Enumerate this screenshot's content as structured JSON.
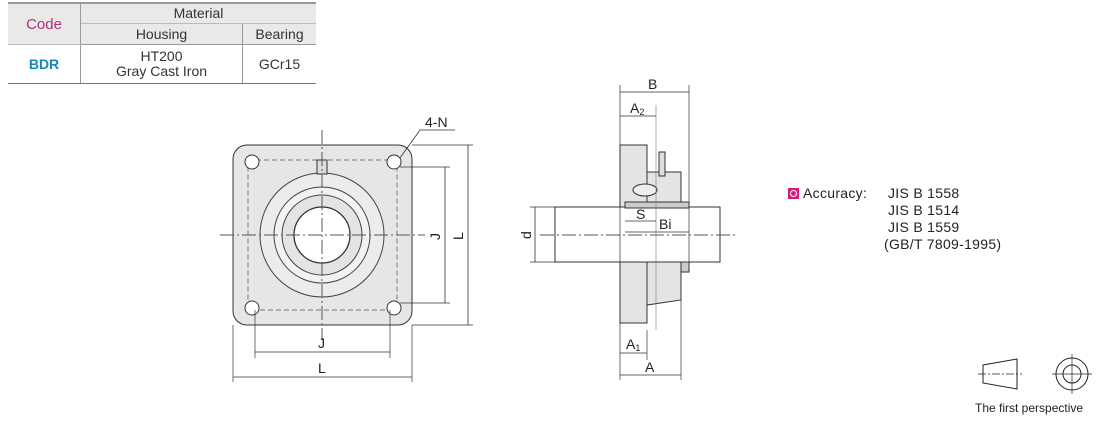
{
  "material_table": {
    "code_header": "Code",
    "material_header": "Material",
    "housing_header": "Housing",
    "bearing_header": "Bearing",
    "rows": [
      {
        "code": "BDR",
        "housing_line1": "HT200",
        "housing_line2": "Gray Cast Iron",
        "bearing": "GCr15"
      }
    ]
  },
  "drawing_labels": {
    "holes": "4-N",
    "J": "J",
    "L": "L",
    "B": "B",
    "A2": "A",
    "A2_sub": "2",
    "S": "S",
    "Bi": "Bi",
    "d": "d",
    "A1": "A",
    "A1_sub": "1",
    "A": "A"
  },
  "accuracy": {
    "label": "Accuracy:",
    "standards": [
      "JIS  B 1558",
      "JIS  B 1514",
      "JIS  B 1559",
      "(GB/T 7809-1995)"
    ],
    "marker_color": "#d81b7b"
  },
  "projection": {
    "caption": "The first perspective"
  }
}
